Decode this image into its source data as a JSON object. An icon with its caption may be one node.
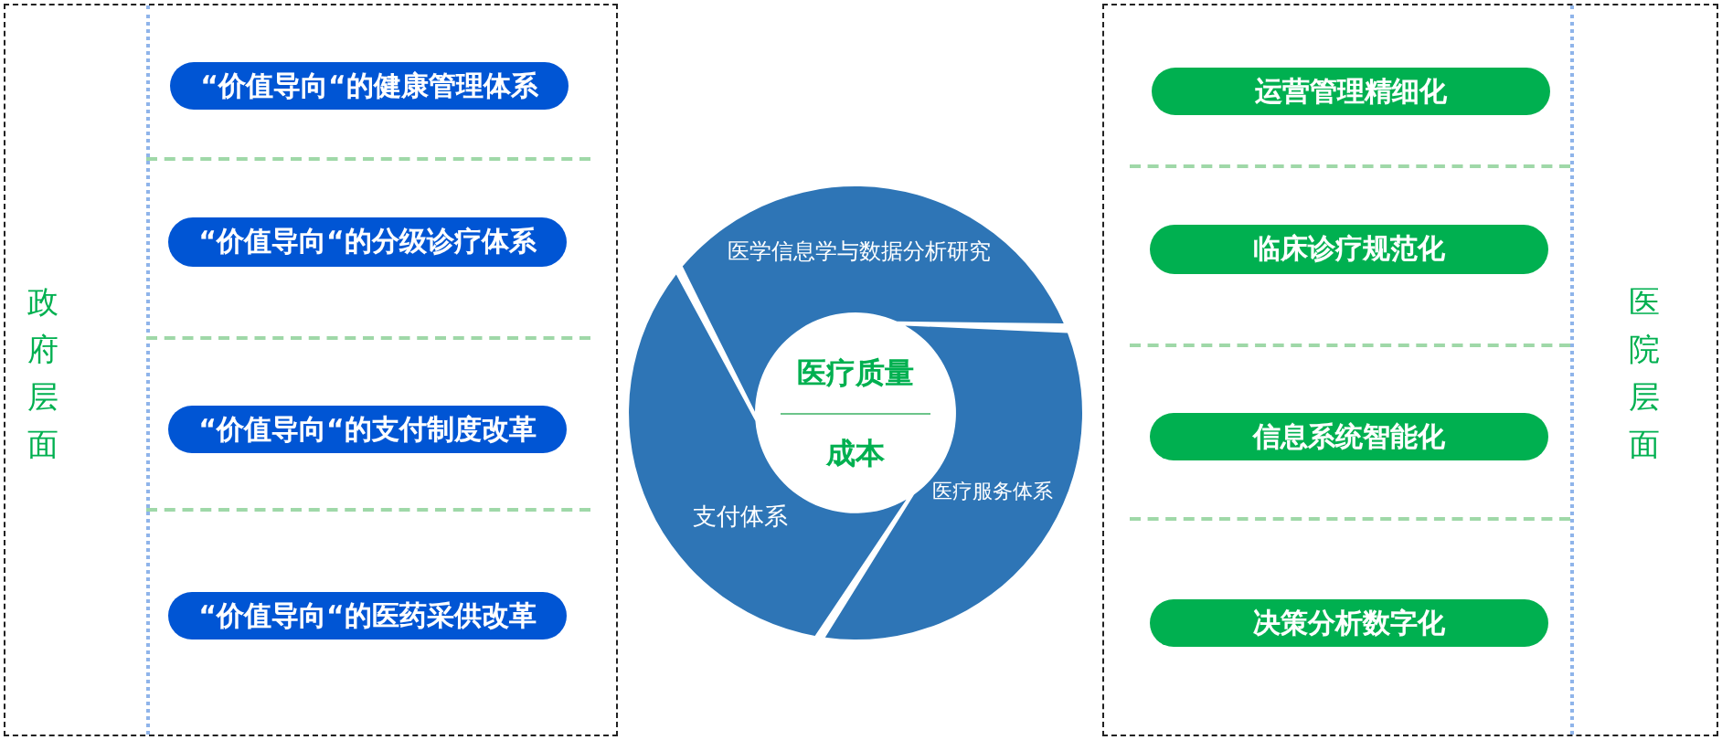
{
  "diagram": {
    "nodes": [
      {
        "text": [
          "政府层面"
        ]
      },
      {
        "text": [
          "“价值导向“的健康管理体系"
        ],
        "in": 0
      },
      {
        "text": [
          "“价值导向“的分级诊疗体系"
        ],
        "in": 0
      },
      {
        "text": [
          "“价值导向“的支付制度改革"
        ],
        "in": 0
      },
      {
        "text": [
          "“价值导向“的医药采供改革"
        ],
        "in": 0
      },
      {
        "text": [
          "医学信息学与数据分析研究"
        ]
      },
      {
        "text": [
          "医疗质量",
          "成本"
        ]
      },
      {
        "text": [
          "支付体系"
        ]
      },
      {
        "text": [
          "医疗服务体系"
        ]
      },
      {
        "text": [
          "医院层面"
        ]
      },
      {
        "text": [
          "运营管理精细化"
        ],
        "in": 9
      },
      {
        "text": [
          "临床诊疗规范化"
        ],
        "in": 9
      },
      {
        "text": [
          "信息系统智能化"
        ],
        "in": 9
      },
      {
        "text": [
          "决策分析数字化"
        ],
        "in": 9
      }
    ]
  }
}
